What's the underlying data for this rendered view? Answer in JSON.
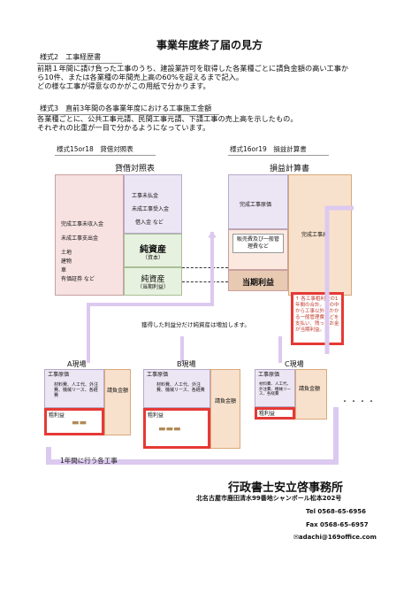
{
  "title": "事業年度終了届の見方",
  "section1": {
    "label": "様式2　工事経歴書",
    "lines": [
      "前期１年間に請け負った工事のうち、建設業許可を取得した各業種ごとに請負金額の高い工事か",
      "ら10件、または各業種の年間売上高の60%を超えるまで記入。",
      "どの様な工事が得意なのかがこの用紙で分かります。"
    ]
  },
  "section2": {
    "label": "様式3　直前3年間の各事業年度における工事施工金額",
    "lines": [
      "各業種ごとに、公共工事元請、民間工事元請、下請工事の売上高を示したもの。",
      "それぞれの比重が一目で分かるようになっています。"
    ]
  },
  "bs": {
    "caption": "様式15or18　貸借対照表",
    "title": "貸借対照表",
    "left_items": [
      "完成工事未収入金",
      "未成工事支出金",
      "土地",
      "建物",
      "車",
      "有価証券 など"
    ],
    "liab_items": [
      "工事未払金",
      "未成工事受入金",
      "借入金 など"
    ],
    "equity": "純資産",
    "equity_sub": "（資本）",
    "equity2": "純資産",
    "equity2_sub": "（当期利益）"
  },
  "pl": {
    "caption": "様式16or19　損益計算書",
    "title": "損益計算書",
    "cost": "完成工事原価",
    "sales": "完成工事高",
    "sga": "販売費及び一般管理費など",
    "profit": "当期利益",
    "note": "↑ 各工事粗利益の1年間の合計。この中から工事以外にかかる一般管理費などを支払い、残ったお金が当期利益。"
  },
  "retained_note": "獲得した利益分だけ純資産は増加します。",
  "sites": [
    {
      "name": "A現場",
      "cost": "工事原価",
      "cost_detail": "材料費、人工代、外注費、機械リース、各経費",
      "revenue": "請負金額",
      "gross": "粗利益"
    },
    {
      "name": "B現場",
      "cost": "工事原価",
      "cost_detail": "材料費、人工代、外注費、機械リース、各経費",
      "revenue": "請負金額",
      "gross": "粗利益"
    },
    {
      "name": "C現場",
      "cost": "工事原価",
      "cost_detail": "材料費、人工代、外注費、機械リース、各経費",
      "revenue": "請負金額",
      "gross": "粗利益"
    }
  ],
  "ellipsis": "・・・・",
  "year_label": "1年間に行う各工事",
  "office": {
    "name": "行政書士安立啓事務所",
    "address": "北名古屋市鹿田清水99番地シャンボール松本202号",
    "tel": "Tel 0568-65-6956",
    "fax": "Fax 0568-65-6957",
    "email": "adachi@169office.com"
  },
  "colors": {
    "accent_red": "#e53935",
    "pink": "#f7e1e1",
    "lavender": "#ece6f4",
    "green": "#e7f1df",
    "orange": "#f8e1cc"
  }
}
